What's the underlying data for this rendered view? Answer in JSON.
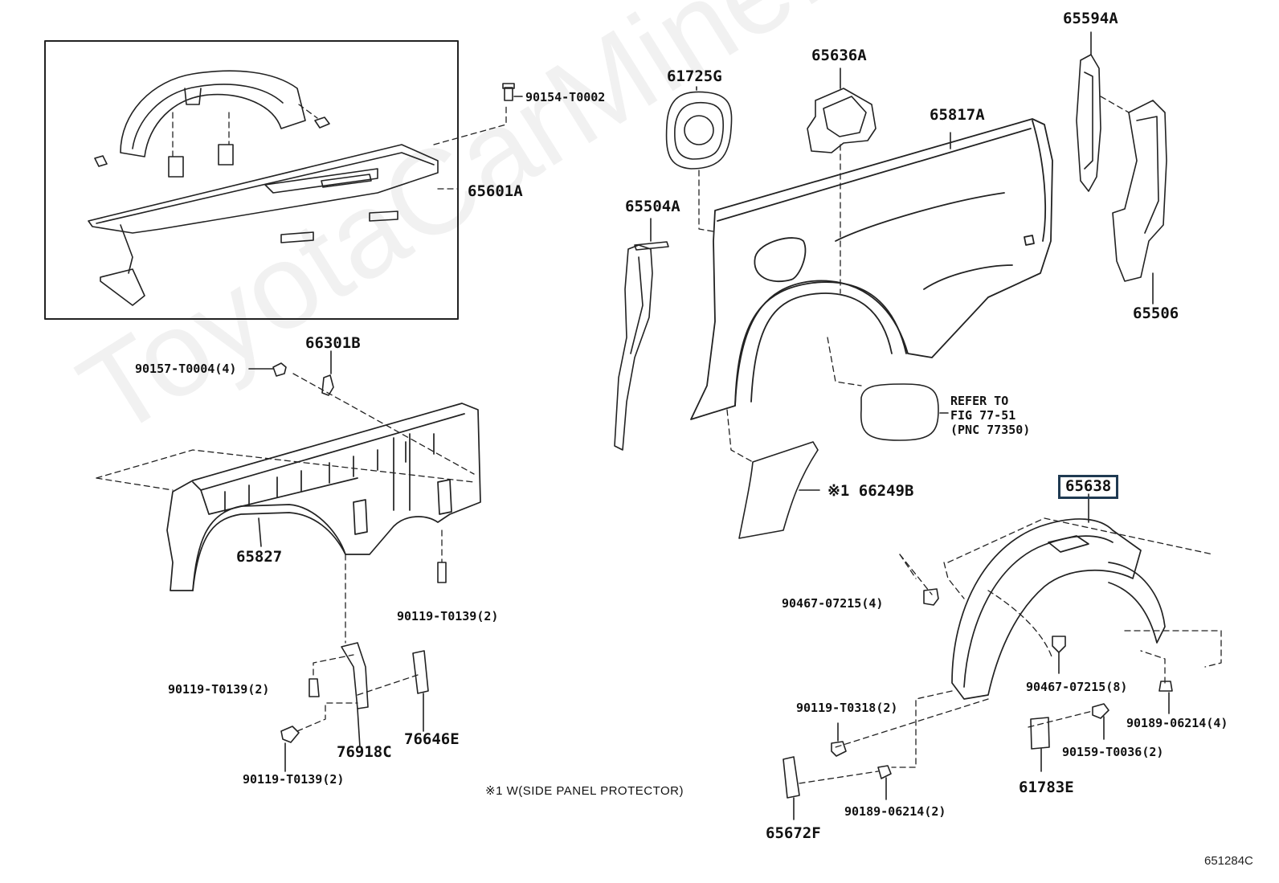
{
  "watermark": "ToyotaCarMine.ru",
  "highlighted_part": "65638",
  "figure_number": "651284C",
  "footnote": "※1 W(SIDE PANEL PROTECTOR)",
  "refer_note": "REFER TO\nFIG 77-51\n(PNC 77350)",
  "parts": {
    "p90154": "90154-T0002",
    "p65601A": "65601A",
    "p61725G": "61725G",
    "p65636A": "65636A",
    "p65594A": "65594A",
    "p65817A": "65817A",
    "p65504A": "65504A",
    "p65506": "65506",
    "p66301B": "66301B",
    "p90157": "90157-T0004(4)",
    "p65827": "65827",
    "p90119a": "90119-T0139(2)",
    "p90119b": "90119-T0139(2)",
    "p90119c": "90119-T0139(2)",
    "p76918C": "76918C",
    "p76646E": "76646E",
    "p66249B": "※1 66249B",
    "p65638": "65638",
    "p90467a": "90467-07215(4)",
    "p90467b": "90467-07215(8)",
    "p90119d": "90119-T0318(2)",
    "p90189a": "90189-06214(4)",
    "p90159": "90159-T0036(2)",
    "p61783E": "61783E",
    "p90189b": "90189-06214(2)",
    "p65672F": "65672F"
  }
}
